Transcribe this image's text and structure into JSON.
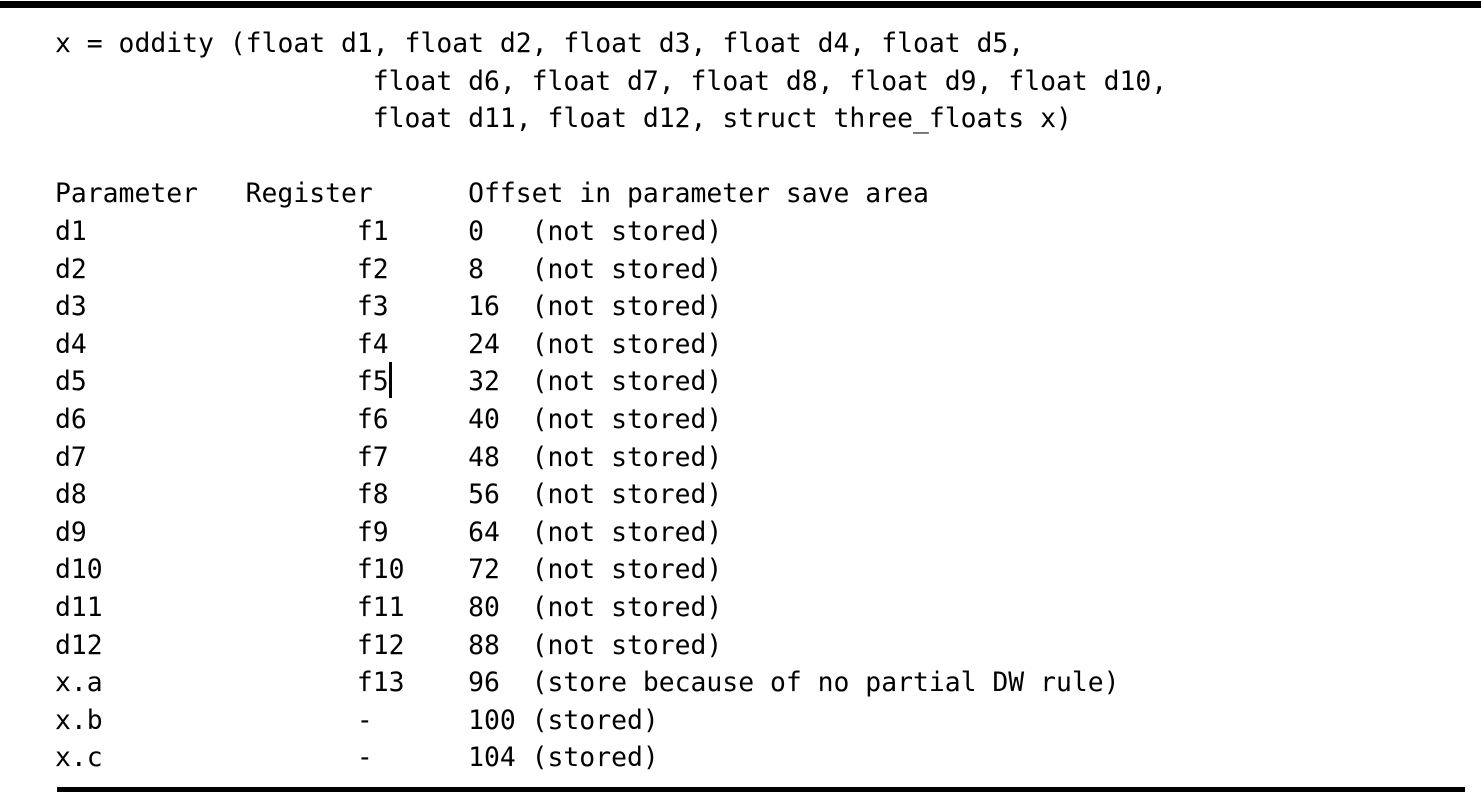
{
  "figure": {
    "signature": {
      "line1": "x = oddity (float d1, float d2, float d3, float d4, float d5,",
      "line2": "                    float d6, float d7, float d8, float d9, float d10,",
      "line3": "                    float d11, float d12, struct three_floats x)"
    },
    "table": {
      "headers": {
        "parameter": "Parameter",
        "register": "Register",
        "offset": "Offset in parameter save area"
      },
      "rows": [
        {
          "parameter": "d1",
          "register": "f1",
          "offset": "0",
          "note": "(not stored)"
        },
        {
          "parameter": "d2",
          "register": "f2",
          "offset": "8",
          "note": "(not stored)"
        },
        {
          "parameter": "d3",
          "register": "f3",
          "offset": "16",
          "note": "(not stored)"
        },
        {
          "parameter": "d4",
          "register": "f4",
          "offset": "24",
          "note": "(not stored)"
        },
        {
          "parameter": "d5",
          "register": "f5",
          "offset": "32",
          "note": "(not stored)",
          "cursor_after_register": true
        },
        {
          "parameter": "d6",
          "register": "f6",
          "offset": "40",
          "note": "(not stored)"
        },
        {
          "parameter": "d7",
          "register": "f7",
          "offset": "48",
          "note": "(not stored)"
        },
        {
          "parameter": "d8",
          "register": "f8",
          "offset": "56",
          "note": "(not stored)"
        },
        {
          "parameter": "d9",
          "register": "f9",
          "offset": "64",
          "note": "(not stored)"
        },
        {
          "parameter": "d10",
          "register": "f10",
          "offset": "72",
          "note": "(not stored)"
        },
        {
          "parameter": "d11",
          "register": "f11",
          "offset": "80",
          "note": "(not stored)"
        },
        {
          "parameter": "d12",
          "register": "f12",
          "offset": "88",
          "note": "(not stored)"
        },
        {
          "parameter": "x.a",
          "register": "f13",
          "offset": "96",
          "note": "(store because of no partial DW rule)"
        },
        {
          "parameter": "x.b",
          "register": "-",
          "offset": "100",
          "note": "(stored)"
        },
        {
          "parameter": "x.c",
          "register": "-",
          "offset": "104",
          "note": "(stored)"
        }
      ]
    },
    "colors": {
      "text": "#000000",
      "background": "#ffffff",
      "rule": "#000000"
    }
  }
}
